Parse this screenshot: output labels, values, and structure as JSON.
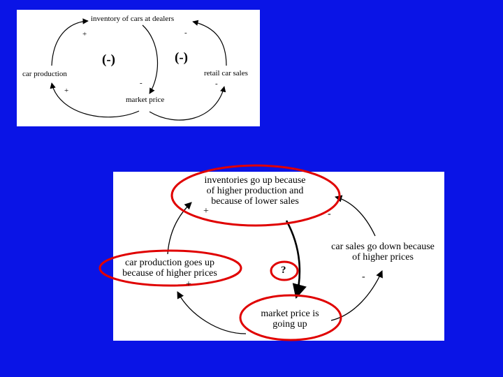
{
  "top_diagram": {
    "nodes": {
      "inventory": "inventory of cars at dealers",
      "production": "car production",
      "retail": "retail car sales",
      "price": "market price"
    },
    "signs": {
      "prod_to_inventory": "+",
      "retail_to_inventory": "-",
      "price_to_production": "+",
      "inventory_to_price": "-",
      "price_to_retail": "-"
    },
    "loops": {
      "left": "(-)",
      "right": "(-)"
    }
  },
  "bottom_diagram": {
    "nodes": {
      "inventories": [
        "inventories go up because",
        "of higher production and",
        "because of lower sales"
      ],
      "production": [
        "car production goes up",
        "because of higher prices"
      ],
      "sales": [
        "car sales go down because",
        "of higher prices"
      ],
      "price": [
        "market price is",
        "going up"
      ]
    },
    "signs": {
      "prod_to_inventories": "+",
      "sales_to_inventories": "-",
      "price_to_production": "+",
      "price_to_sales": "-"
    },
    "question": "?",
    "highlight_color": "#e00000"
  }
}
